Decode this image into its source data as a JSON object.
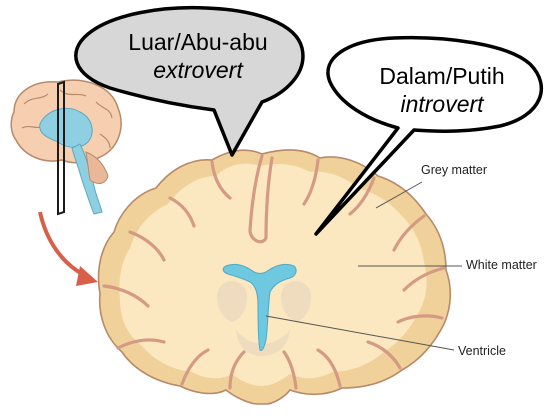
{
  "bubbles": {
    "left": {
      "line1": "Luar/Abu-abu",
      "line2": "extrovert"
    },
    "right": {
      "line1": "Dalam/Putih",
      "line2": "introvert"
    }
  },
  "labels": {
    "grey_matter": "Grey matter",
    "white_matter": "White matter",
    "ventricle": "Ventricle"
  },
  "colors": {
    "white_matter": "#fbe7c0",
    "grey_matter": "#f0d199",
    "outline": "#b8896b",
    "sulcus": "#d49a84",
    "ventricle": "#6ec8df",
    "arrow": "#d8604a",
    "bubble_left_fill": "#d7d7d7",
    "bubble_right_fill": "#ffffff"
  }
}
